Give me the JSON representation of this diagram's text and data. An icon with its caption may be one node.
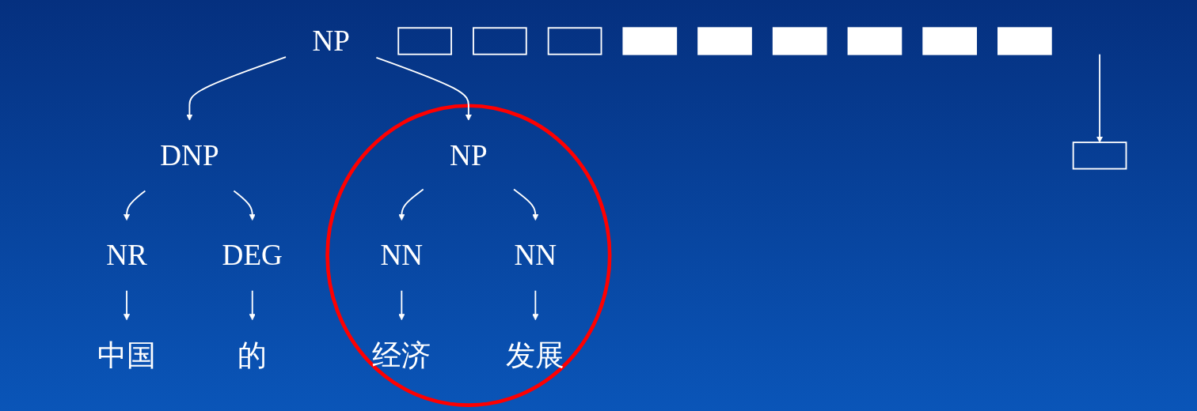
{
  "diagram": {
    "nodes": [
      {
        "text": [
          "NP"
        ]
      },
      {
        "text": [
          "DNP"
        ]
      },
      {
        "text": [],
        "shape": "circle"
      },
      {
        "text": [
          "NP"
        ],
        "in": 2
      },
      {
        "text": [
          "NR"
        ]
      },
      {
        "text": [
          "DEG"
        ]
      },
      {
        "text": [
          "NN"
        ],
        "in": 2
      },
      {
        "text": [
          "NN"
        ],
        "in": 2
      },
      {
        "text": [
          "中国"
        ]
      },
      {
        "text": [
          "的"
        ]
      },
      {
        "text": [
          "经济"
        ],
        "in": 2
      },
      {
        "text": [
          "发展"
        ],
        "in": 2
      },
      {
        "text": [],
        "shape": "box"
      },
      {
        "text": [],
        "shape": "box"
      },
      {
        "text": [],
        "shape": "box"
      },
      {
        "text": [],
        "shape": "box"
      },
      {
        "text": [],
        "shape": "box"
      },
      {
        "text": [],
        "shape": "box"
      },
      {
        "text": [],
        "shape": "box"
      },
      {
        "text": [],
        "shape": "box"
      },
      {
        "text": [],
        "shape": "box"
      },
      {
        "text": [],
        "shape": "box"
      }
    ],
    "edges": [
      {
        "from": 0,
        "to": 1,
        "arrow": "to"
      },
      {
        "from": 0,
        "to": 3,
        "arrow": "to"
      },
      {
        "from": 1,
        "to": 4,
        "arrow": "to"
      },
      {
        "from": 1,
        "to": 5,
        "arrow": "to"
      },
      {
        "from": 3,
        "to": 6,
        "arrow": "to"
      },
      {
        "from": 3,
        "to": 7,
        "arrow": "to"
      },
      {
        "from": 4,
        "to": 8,
        "arrow": "to"
      },
      {
        "from": 5,
        "to": 9,
        "arrow": "to"
      },
      {
        "from": 6,
        "to": 10,
        "arrow": "to"
      },
      {
        "from": 7,
        "to": 11,
        "arrow": "to"
      },
      {
        "from": null,
        "to": 17,
        "arrow": "to"
      }
    ]
  }
}
